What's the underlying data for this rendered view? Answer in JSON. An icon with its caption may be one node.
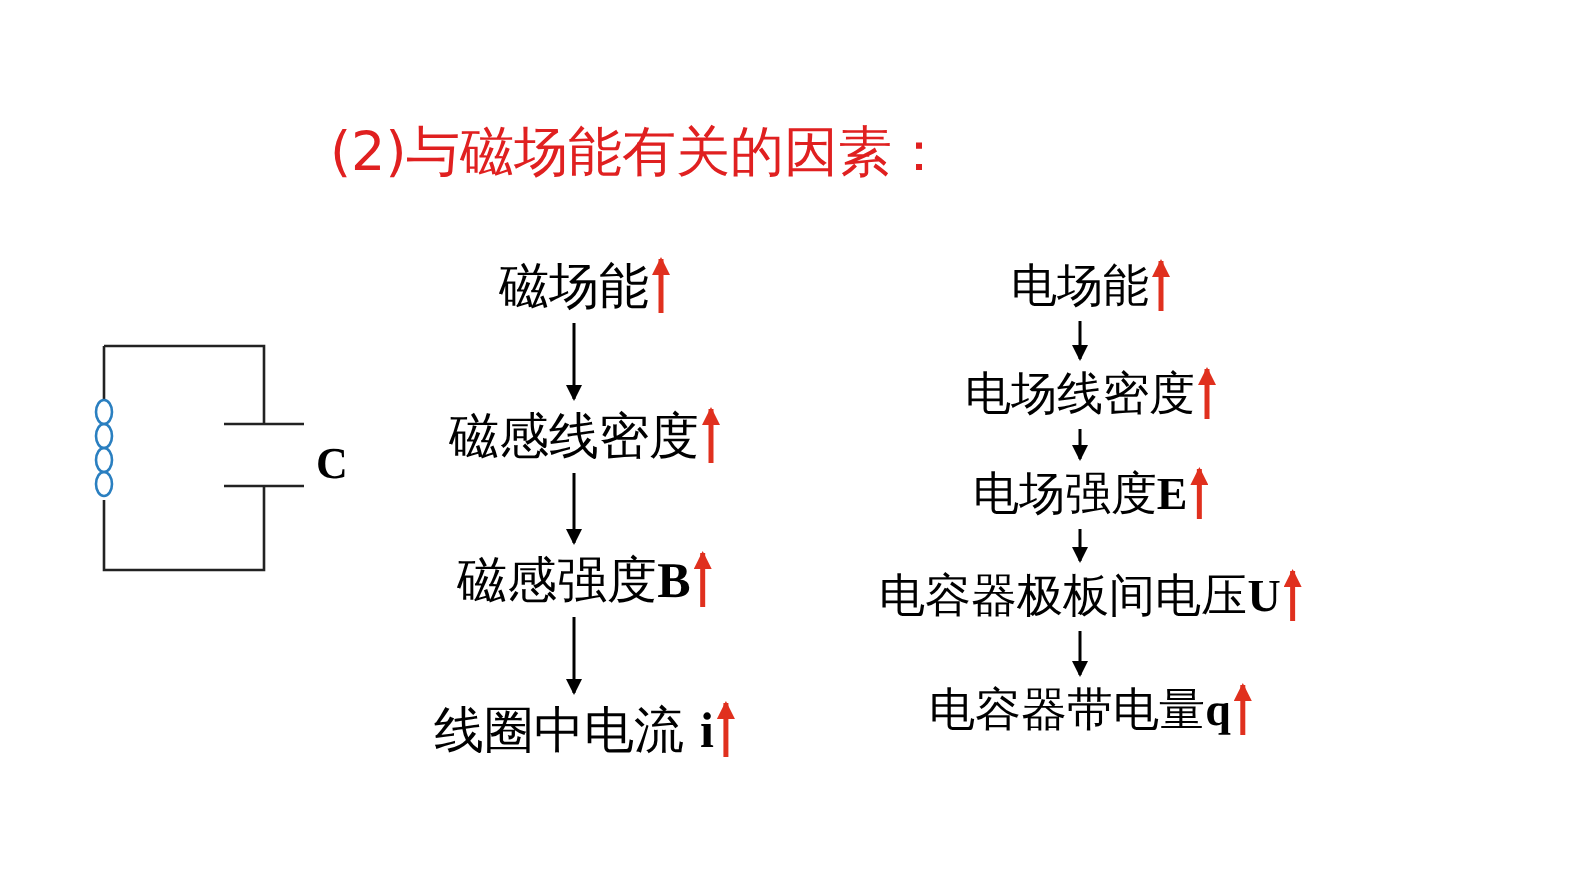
{
  "diagram": {
    "title": "(2)与磁场能有关的因素：",
    "nodes": [
      {
        "text": [
          "磁场能"
        ]
      },
      {
        "text": [
          "磁感线密度"
        ]
      },
      {
        "text": [
          "磁感强度**B**"
        ]
      },
      {
        "text": [
          "线圈中电流 **i**"
        ]
      },
      {
        "text": [
          "电场能"
        ]
      },
      {
        "text": [
          "电场线密度"
        ]
      },
      {
        "text": [
          "电场强度**E**"
        ]
      },
      {
        "text": [
          "电容器极板间电压**U**"
        ]
      },
      {
        "text": [
          "电容器带电量**q**"
        ]
      }
    ],
    "edges": [
      {
        "from": 0,
        "to": 1,
        "arrow": "to"
      },
      {
        "from": 1,
        "to": 2,
        "arrow": "to"
      },
      {
        "from": 2,
        "to": 3,
        "arrow": "to"
      },
      {
        "from": 4,
        "to": 5,
        "arrow": "to"
      },
      {
        "from": 5,
        "to": 6,
        "arrow": "to"
      },
      {
        "from": 6,
        "to": 7,
        "arrow": "to"
      },
      {
        "from": 7,
        "to": 8,
        "arrow": "to"
      }
    ],
    "labels": [
      "C"
    ]
  }
}
